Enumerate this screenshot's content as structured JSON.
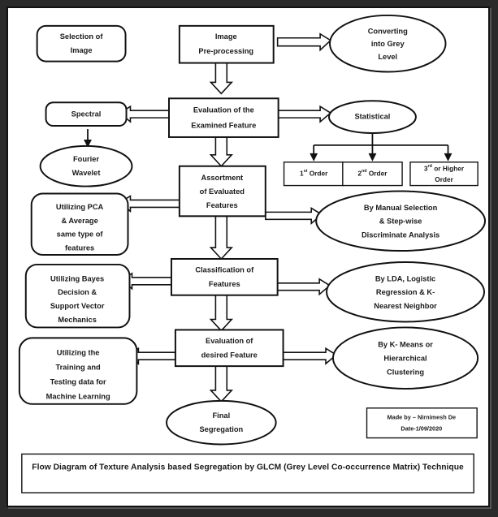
{
  "diagram": {
    "caption": "Flow Diagram of Texture Analysis based Segregation by GLCM (Grey Level Co-occurrence Matrix) Technique",
    "credit": {
      "made_by": "Made by – Nirnimesh De",
      "date": "Date-1/09/2020"
    },
    "nodes": {
      "selection_of_image": {
        "line1": "Selection of",
        "line2": "Image"
      },
      "image_preprocessing": {
        "line1": "Image",
        "line2": "Pre-processing"
      },
      "converting_grey": {
        "line1": "Converting",
        "line2": "into Grey",
        "line3": "Level"
      },
      "spectral": {
        "line1": "Spectral"
      },
      "evaluation_examined": {
        "line1": "Evaluation of the",
        "line2": "Examined Feature"
      },
      "statistical": {
        "line1": "Statistical"
      },
      "fourier_wavelet": {
        "line1": "Fourier",
        "line2": "Wavelet"
      },
      "order_first": {
        "sup": "st",
        "base": "1",
        "rest": " Order"
      },
      "order_second": {
        "sup": "nd",
        "base": "2",
        "rest": " Order"
      },
      "order_third": {
        "sup": "rd",
        "base": "3",
        "rest": " or Higher",
        "line2": "Order"
      },
      "assortment": {
        "line1": "Assortment",
        "line2": "of Evaluated",
        "line3": "Features"
      },
      "utilizing_pca": {
        "line1": "Utilizing PCA",
        "line2": "& Average",
        "line3": "same type of",
        "line4": "features"
      },
      "manual_selection": {
        "line1": "By Manual Selection",
        "line2": "& Step-wise",
        "line3": "Discriminate Analysis"
      },
      "classification": {
        "line1": "Classification of",
        "line2": "Features"
      },
      "utilizing_bayes": {
        "line1": "Utilizing Bayes",
        "line2": "Decision &",
        "line3": "Support Vector",
        "line4": "Mechanics"
      },
      "lda_logistic": {
        "line1": "By LDA, Logistic",
        "line2": "Regression & K-",
        "line3": "Nearest Neighbor"
      },
      "evaluation_desired": {
        "line1": "Evaluation of",
        "line2": "desired Feature"
      },
      "utilizing_training": {
        "line1": "Utilizing the",
        "line2": "Training and",
        "line3": "Testing data for",
        "line4": "Machine Learning"
      },
      "kmeans_hierarchical": {
        "line1": "By K- Means or",
        "line2": "Hierarchical",
        "line3": "Clustering"
      },
      "final_segregation": {
        "line1": "Final",
        "line2": "Segregation"
      }
    },
    "colors": {
      "stroke": "#111111",
      "fill": "#ffffff",
      "frame": "#2a2a2a"
    }
  }
}
